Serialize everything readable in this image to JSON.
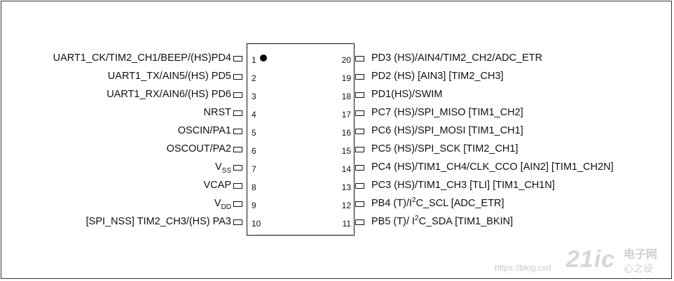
{
  "left_pins": [
    {
      "num": "1",
      "pre": "UART1_CK/TIM2_CH1/BEEP/(HS)PD4"
    },
    {
      "num": "2",
      "pre": "UART1_TX/AIN5/(HS) PD5"
    },
    {
      "num": "3",
      "pre": "UART1_RX/AIN6/(HS) PD6"
    },
    {
      "num": "4",
      "pre": "NRST"
    },
    {
      "num": "5",
      "pre": "OSCIN/PA1"
    },
    {
      "num": "6",
      "pre": "OSCOUT/PA2"
    },
    {
      "num": "7",
      "pre": "V",
      "sub": "SS"
    },
    {
      "num": "8",
      "pre": "VCAP"
    },
    {
      "num": "9",
      "pre": "V",
      "sub": "DD"
    },
    {
      "num": "10",
      "pre": "[SPI_NSS] TIM2_CH3/(HS) PA3"
    }
  ],
  "right_pins": [
    {
      "num": "20",
      "pre": "PD3 (HS)/AIN4/TIM2_CH2/ADC_ETR"
    },
    {
      "num": "19",
      "pre": "PD2 (HS) [AIN3] [TIM2_CH3]"
    },
    {
      "num": "18",
      "pre": "PD1(HS)/SWIM"
    },
    {
      "num": "17",
      "pre": "PC7 (HS)/SPI_MISO [TIM1_CH2]"
    },
    {
      "num": "16",
      "pre": "PC6 (HS)/SPI_MOSI [TIM1_CH1]"
    },
    {
      "num": "15",
      "pre": "PC5 (HS)/SPI_SCK [TIM2_CH1]"
    },
    {
      "num": "14",
      "pre": "PC4 (HS)/TIM1_CH4/CLK_CCO [AIN2] [TIM1_CH2N]"
    },
    {
      "num": "13",
      "pre": "PC3 (HS)/TIM1_CH3 [TLI] [TIM1_CH1N]"
    },
    {
      "num": "12",
      "pre": "PB4 (T)/I",
      "sup": "2",
      "post": "C_SCL [ADC_ETR]"
    },
    {
      "num": "11",
      "pre": "PB5 (T)/ I",
      "sup": "2",
      "post": "C_SDA [TIM1_BKIN]"
    }
  ],
  "watermark": {
    "url": "https://blog.csd",
    "logo": "21ic",
    "cn_line1": "电子网",
    "cn_line2": "心之设"
  }
}
